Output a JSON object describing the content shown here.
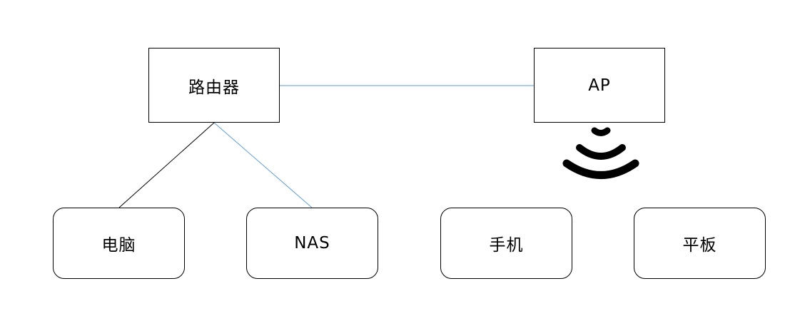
{
  "nodes": {
    "router": {
      "label": "路由器"
    },
    "ap": {
      "label": "AP"
    },
    "pc": {
      "label": "电脑"
    },
    "nas": {
      "label": "NAS"
    },
    "phone": {
      "label": "手机"
    },
    "tablet": {
      "label": "平板"
    }
  },
  "colors": {
    "box_border": "#000000",
    "black_link": "#000000",
    "blue_link": "#5b9bd5",
    "wifi_icon": "#000000"
  },
  "icons": {
    "wireless": "wifi-icon"
  }
}
